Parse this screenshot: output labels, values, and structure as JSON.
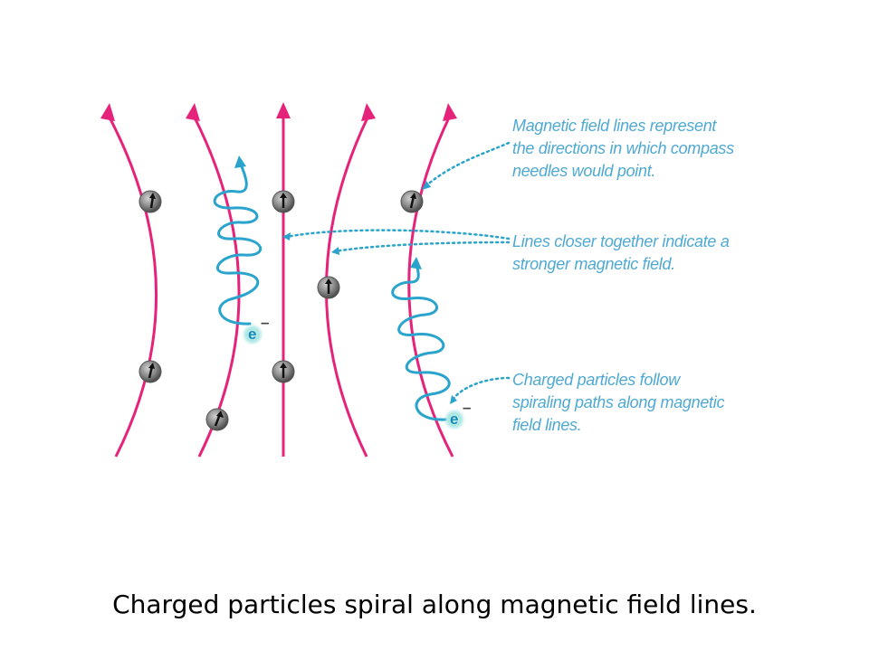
{
  "annotations": {
    "compass": {
      "lines": [
        "Magnetic field lines represent",
        "the directions in which compass",
        "needles would point."
      ]
    },
    "closer": {
      "lines": [
        "Lines closer together indicate a",
        "stronger magnetic field."
      ]
    },
    "spiral": {
      "lines": [
        "Charged particles follow",
        "spiraling paths along magnetic",
        "field lines."
      ]
    }
  },
  "electron_symbol": "e",
  "electron_charge": "–",
  "caption": "Charged particles spiral along magnetic field lines.",
  "colors": {
    "field_line": "#e6237a",
    "particle_path": "#2aa4cc",
    "annotation_text": "#4fa9d3",
    "compass_body": "#8a8a8a",
    "electron_glow": "#9fe3df"
  },
  "icons": {
    "compass_needle": "compass-needle-icon",
    "electron": "electron-icon"
  }
}
